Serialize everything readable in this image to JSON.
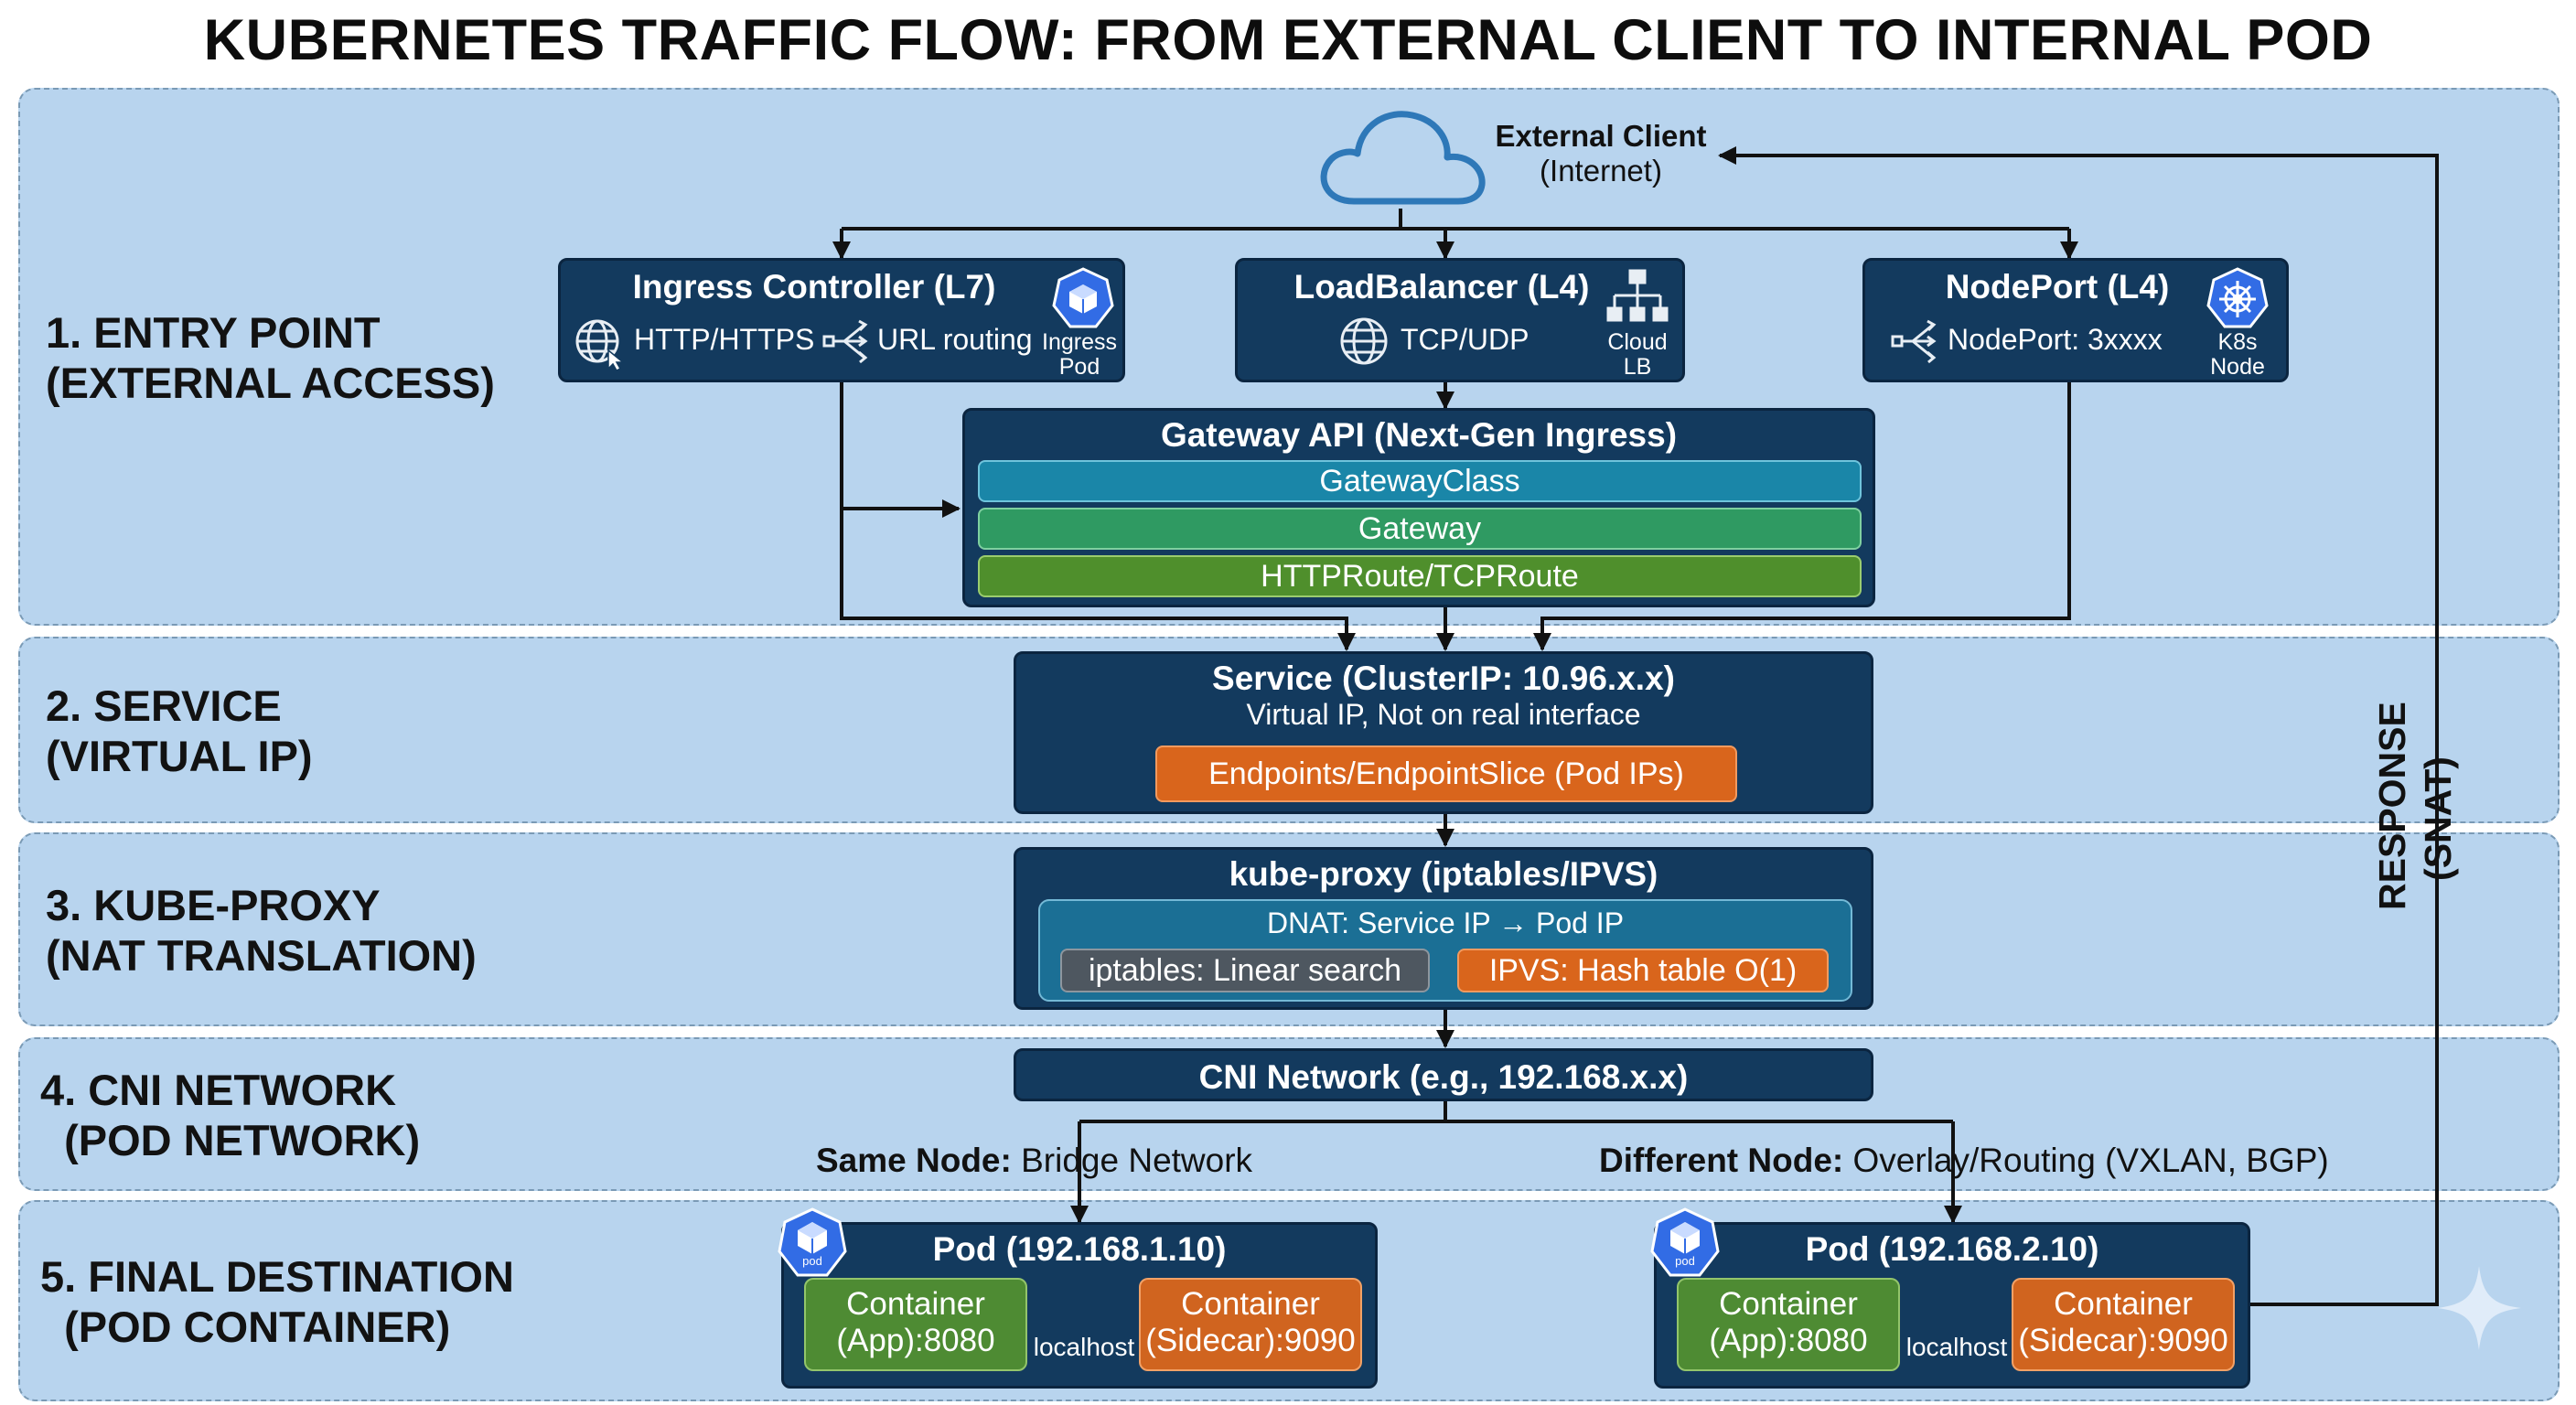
{
  "title": "KUBERNETES TRAFFIC FLOW: FROM EXTERNAL CLIENT TO INTERNAL POD",
  "colors": {
    "band_bg": "#b8d4ee",
    "box_navy": "#133a5e",
    "teal": "#1a86a8",
    "green": "#2f9a62",
    "light_green": "#4f8f2c",
    "orange": "#d9651c",
    "gray": "#4e5760",
    "k8s_blue": "#326ce5"
  },
  "client": {
    "line1": "External Client",
    "line2": "(Internet)",
    "icon": "cloud-icon"
  },
  "response": {
    "label": "RESPONSE\n(SNAT)"
  },
  "bands": [
    {
      "label": "1. ENTRY POINT\n(EXTERNAL ACCESS)"
    },
    {
      "label": "2. SERVICE\n(VIRTUAL IP)"
    },
    {
      "label": "3. KUBE-PROXY\n(NAT TRANSLATION)"
    },
    {
      "label": "4. CNI NETWORK\n  (POD NETWORK)"
    },
    {
      "label": "5. FINAL DESTINATION\n  (POD CONTAINER)"
    }
  ],
  "entry": {
    "ingress": {
      "title": "Ingress Controller (L7)",
      "item1": "HTTP/HTTPS",
      "item1_icon": "globe-cursor-icon",
      "item2": "URL routing",
      "item2_icon": "routing-icon",
      "badge_label": "Ingress\nPod",
      "badge_icon": "k8s-pod-icon"
    },
    "loadbalancer": {
      "title": "LoadBalancer (L4)",
      "item1": "TCP/UDP",
      "item1_icon": "globe-icon",
      "badge_label": "Cloud\nLB",
      "badge_icon": "network-tree-icon"
    },
    "nodeport": {
      "title": "NodePort (L4)",
      "item1": "NodePort: 3xxxx",
      "item1_icon": "routing-icon",
      "badge_label": "K8s\nNode",
      "badge_icon": "k8s-helm-icon"
    }
  },
  "gateway": {
    "title": "Gateway API (Next-Gen Ingress)",
    "layers": [
      "GatewayClass",
      "Gateway",
      "HTTPRoute/TCPRoute"
    ]
  },
  "service": {
    "title": "Service (ClusterIP: 10.96.x.x)",
    "subtitle": "Virtual IP, Not on real interface",
    "endpoints": "Endpoints/EndpointSlice (Pod IPs)"
  },
  "kubeproxy": {
    "title": "kube-proxy (iptables/IPVS)",
    "dnat": "DNAT: Service IP → Pod IP",
    "iptables": "iptables: Linear search",
    "ipvs": "IPVS: Hash table O(1)"
  },
  "cni": {
    "title": "CNI Network (e.g., 192.168.x.x)",
    "same_node_bold": "Same Node:",
    "same_node_text": " Bridge Network",
    "diff_node_bold": "Different Node:",
    "diff_node_text": " Overlay/Routing (VXLAN, BGP)"
  },
  "pods": [
    {
      "title": "Pod (192.168.1.10)",
      "icon_label": "pod",
      "app": "Container\n(App):8080",
      "sidecar": "Container\n(Sidecar):9090",
      "link": "localhost"
    },
    {
      "title": "Pod (192.168.2.10)",
      "icon_label": "pod",
      "app": "Container\n(App):8080",
      "sidecar": "Container\n(Sidecar):9090",
      "link": "localhost"
    }
  ]
}
